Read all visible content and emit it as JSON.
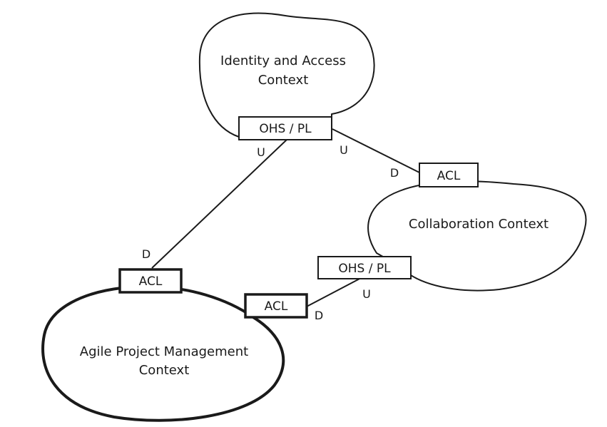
{
  "contexts": {
    "identity": {
      "line1": "Identity and Access",
      "line2": "Context"
    },
    "collaboration": {
      "line1": "Collaboration Context"
    },
    "agile": {
      "line1": "Agile Project Management",
      "line2": "Context"
    }
  },
  "boxes": {
    "identity_ohs": "OHS / PL",
    "collab_acl": "ACL",
    "collab_ohs": "OHS / PL",
    "agile_acl_top": "ACL",
    "agile_acl_right": "ACL"
  },
  "roles": {
    "identity_to_agile_upstream": "U",
    "identity_to_collab_upstream": "U",
    "collab_from_identity_downstream": "D",
    "agile_from_identity_downstream": "D",
    "collab_to_agile_upstream": "U",
    "agile_from_collab_downstream": "D"
  },
  "colors": {
    "ink": "#1a1a1a",
    "paper": "#ffffff"
  }
}
